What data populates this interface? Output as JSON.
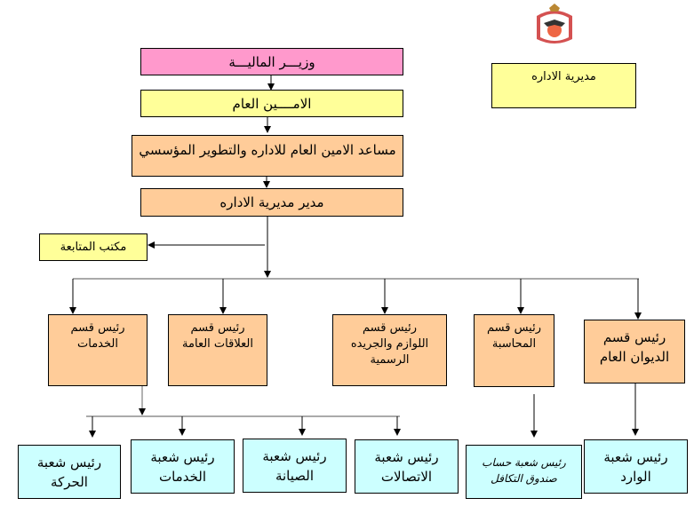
{
  "colors": {
    "minister": "#FF99CC",
    "yellow": "#FFFF99",
    "peach": "#FFCC99",
    "cyan": "#CCFFFF"
  },
  "emblem": "jordan-coat-of-arms",
  "top": {
    "minister": "وزيـــر الماليـــة",
    "secretary_general": "الامــــين العام",
    "assistant": "مساعد الامين العام للاداره والتطوير المؤسسي",
    "director": "مدير مديرية الاداره",
    "directorate_title": "مديرية  الاداره",
    "follow_up_office": "مكتب المتابعة"
  },
  "departments": [
    {
      "line1": "رئيس قسم",
      "line2": "الخدمات",
      "line3": ""
    },
    {
      "line1": "رئيس قسم",
      "line2": "العلاقات العامة",
      "line3": ""
    },
    {
      "line1": "رئيس قسم",
      "line2": "اللوازم والجريده",
      "line3": "الرسمية"
    },
    {
      "line1": "رئيس قسم",
      "line2": "المحاسبة",
      "line3": ""
    },
    {
      "line1": "رئيس قسم",
      "line2": "الديوان العام",
      "line3": ""
    }
  ],
  "sections": [
    {
      "line1": "رئيس شعبة",
      "line2": "الحركة"
    },
    {
      "line1": "رئيس شعبة",
      "line2": "الخدمات"
    },
    {
      "line1": "رئيس شعبة",
      "line2": "الصيانة"
    },
    {
      "line1": "رئيس شعبة",
      "line2": "الاتصالات"
    },
    {
      "line1": "رئيس شعبة حساب",
      "line2": "صندوق التكافل"
    },
    {
      "line1": "رئيس شعبة",
      "line2": "الوارد"
    }
  ]
}
